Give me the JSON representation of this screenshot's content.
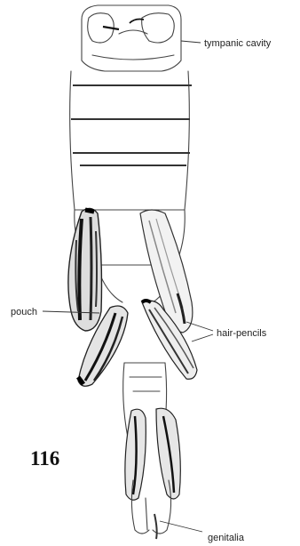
{
  "figure": {
    "number": "116",
    "labels": {
      "tympanic_cavity": "tympanic cavity",
      "pouch": "pouch",
      "hair_pencils": "hair-pencils",
      "genitalia": "genitalia"
    }
  }
}
